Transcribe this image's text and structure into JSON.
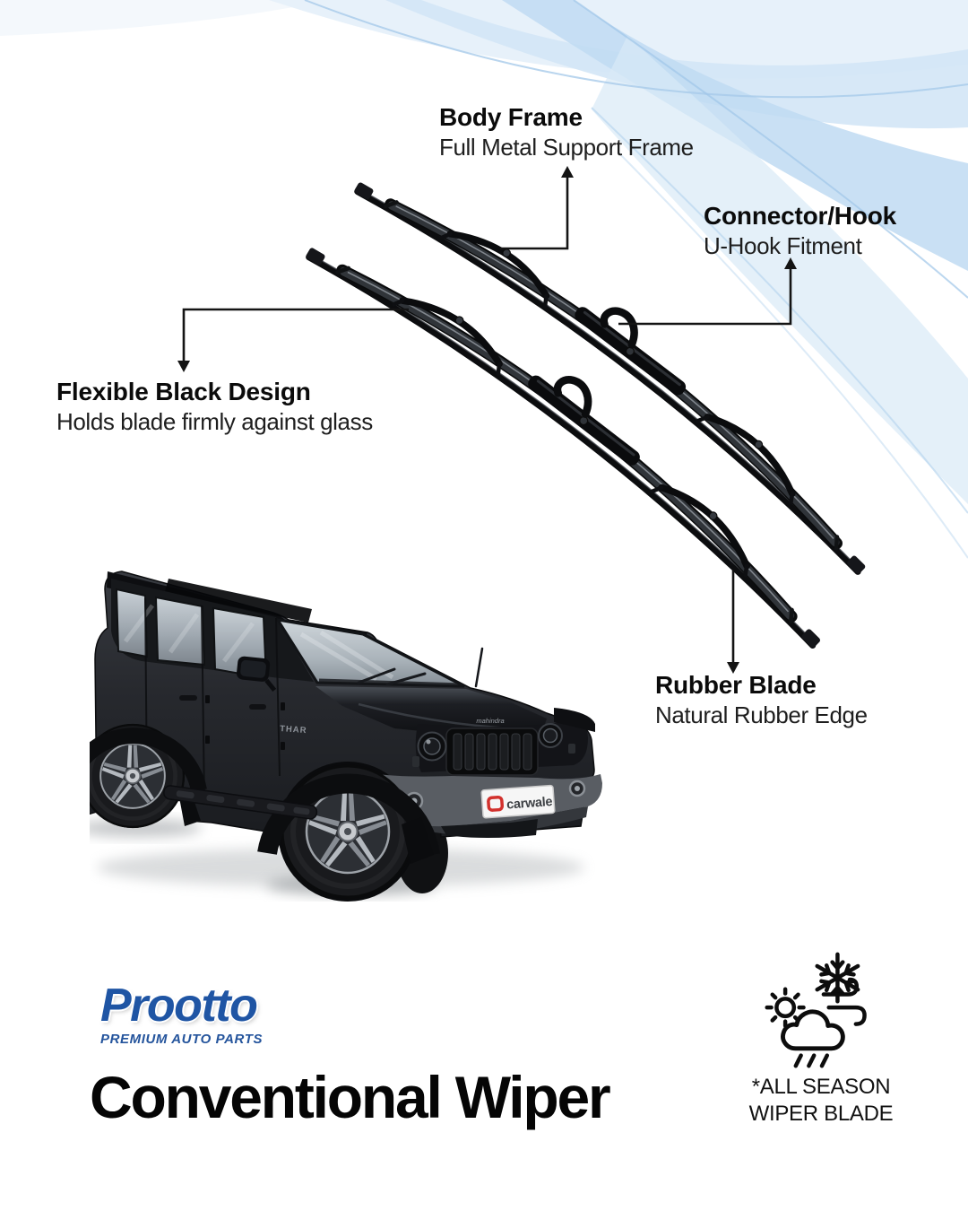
{
  "page": {
    "background": "#ffffff",
    "type": "wiper-product-poster"
  },
  "callouts": {
    "body_frame": {
      "title": "Body Frame",
      "subtitle": "Full Metal Support Frame"
    },
    "connector_hook": {
      "title": "Connector/Hook",
      "subtitle": "U-Hook Fitment"
    },
    "flexible_design": {
      "title": "Flexible Black Design",
      "subtitle": "Holds blade firmly against glass"
    },
    "rubber_blade": {
      "title": "Rubber Blade",
      "subtitle": "Natural Rubber Edge"
    }
  },
  "brand": {
    "name": "Prootto",
    "tagline": "PREMIUM AUTO PARTS",
    "color": "#1f55a4"
  },
  "product_title": "Conventional Wiper",
  "season_badge": {
    "line1": "*ALL SEASON",
    "line2": "WIPER BLADE",
    "icons": [
      "snowflake-icon",
      "sun-icon",
      "wind-icon",
      "rain-cloud-icon"
    ]
  },
  "car": {
    "plate_text": "carwale",
    "hood_text": "mahindra",
    "door_badge": "THAR",
    "plate_icon_color": "#d2312d"
  },
  "colors": {
    "label_text": "#0b0b0b",
    "callout_line": "#141414",
    "wave_blue_light": "#d3e6f6",
    "wave_blue_mid": "#c0dbf2",
    "blade_black": "#0b0c0e"
  }
}
